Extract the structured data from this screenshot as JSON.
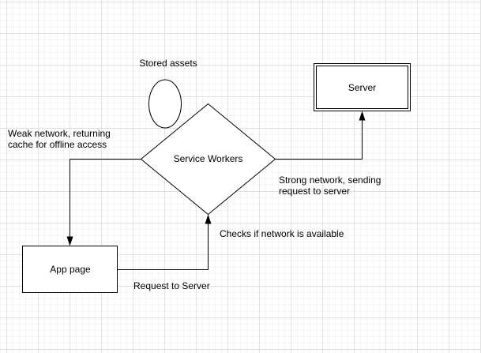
{
  "canvas": {
    "background_color": "#ffffff",
    "grid_minor_color": "#f4f4f4",
    "grid_major_color": "#e2e2e2",
    "shape_fill_color": "#ffffff",
    "shape_stroke_color": "#000000",
    "text_color": "#000000"
  },
  "nodes": {
    "stored_assets": {
      "shape": "ellipse",
      "label": "Stored assets"
    },
    "service_workers": {
      "shape": "diamond",
      "label": "Service Workers"
    },
    "server": {
      "shape": "double-border-rectangle",
      "label": "Server"
    },
    "app_page": {
      "shape": "rectangle",
      "label": "App page"
    }
  },
  "edges": {
    "weak_network": {
      "from": "service_workers",
      "to": "app_page",
      "label": "Weak network, returning\ncache for offline access"
    },
    "request_to_server": {
      "from": "app_page",
      "to": "service_workers",
      "label": "Request to Server",
      "secondary_label": "Checks if network is available"
    },
    "strong_network": {
      "from": "service_workers",
      "to": "server",
      "label": "Strong network, sending\nrequest to server"
    }
  }
}
